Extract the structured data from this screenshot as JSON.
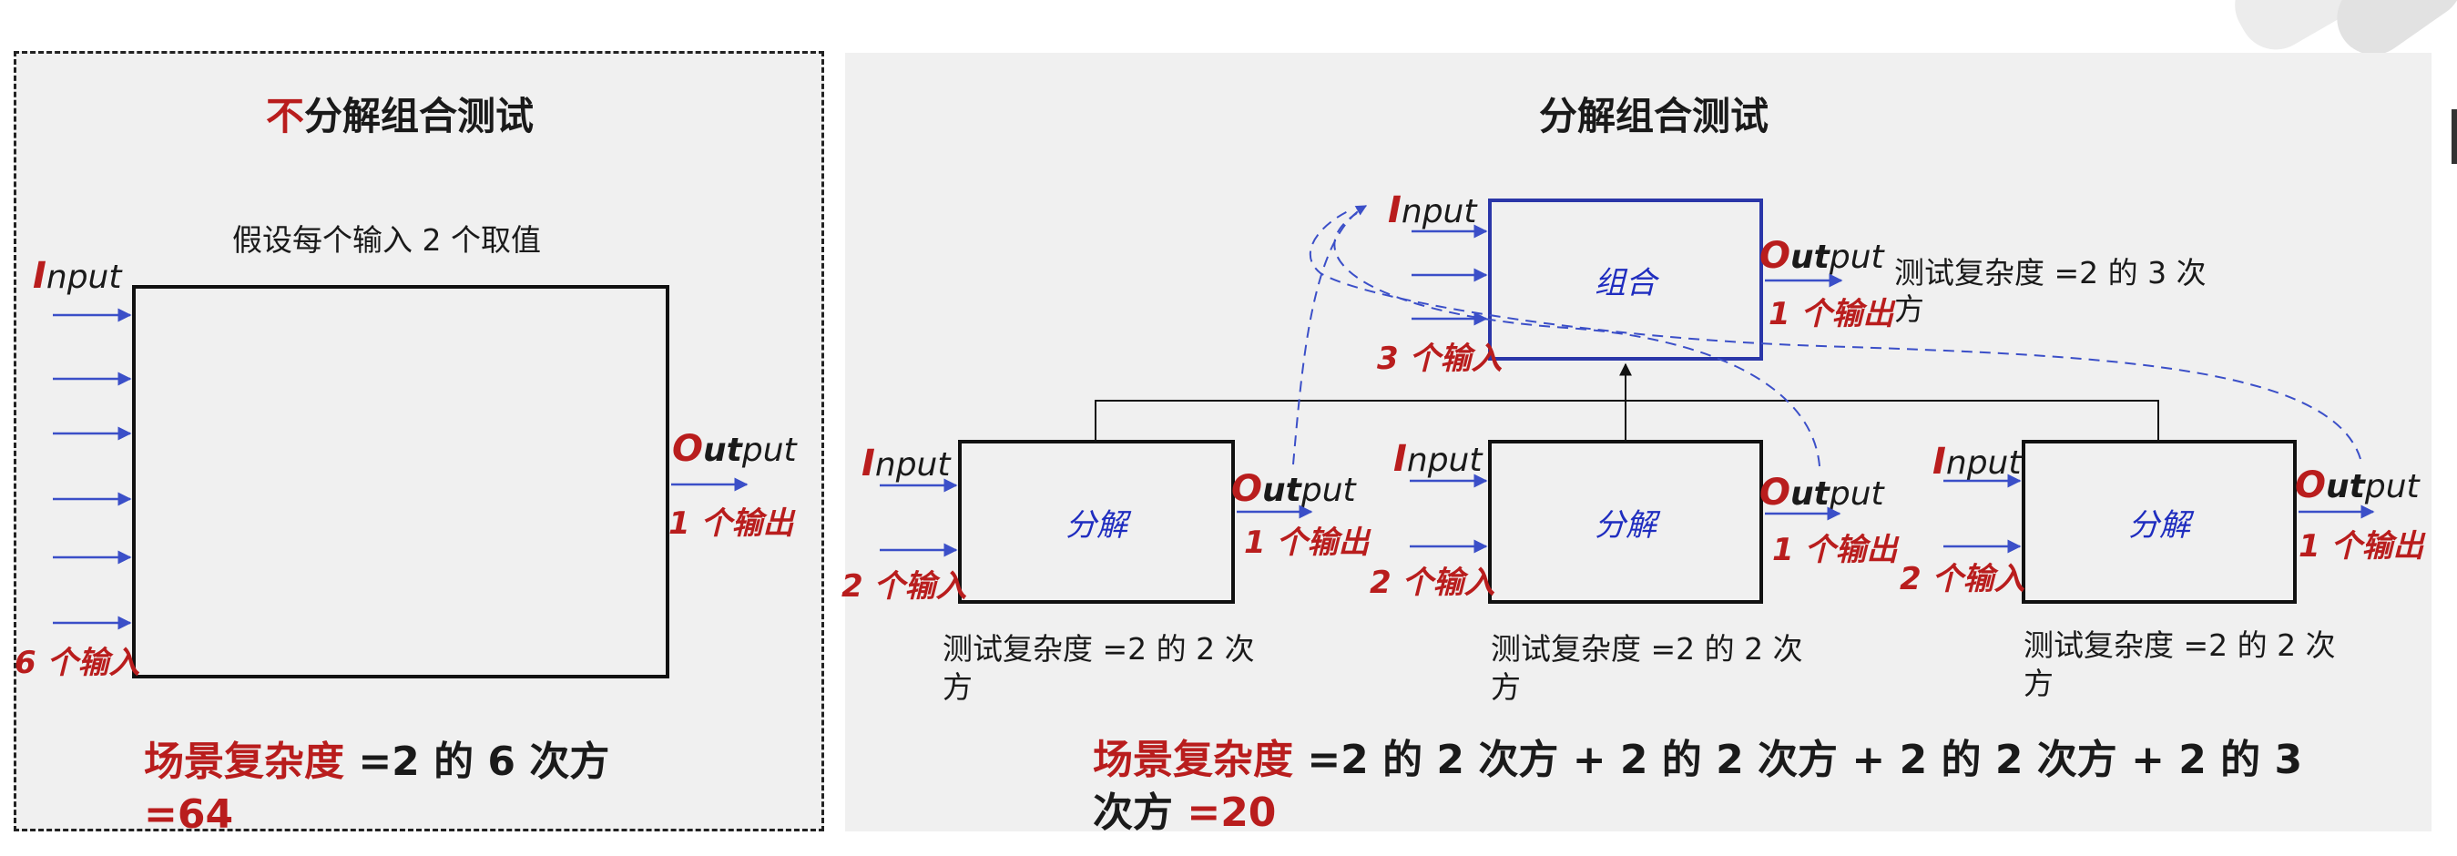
{
  "left": {
    "title_prefix": "不",
    "title_rest": "分解组合测试",
    "assumption": "假设每个输入 2 个取值",
    "input_first": "I",
    "input_rest": "nput",
    "output_first": "O",
    "output_bold": "ut",
    "output_rest": "put",
    "input_count": "6 个输入",
    "output_count": "1 个输出",
    "formula_label": "场景复杂度",
    "formula_expr": " =2 的 6 次方",
    "formula_result": "=64"
  },
  "right": {
    "title": "分解组合测试",
    "combine": {
      "label": "组合",
      "input_first": "I",
      "input_rest": "nput",
      "output_first": "O",
      "output_bold": "ut",
      "output_rest": "put",
      "input_count": "3 个输入",
      "output_count": "1 个输出",
      "complexity_line1": "测试复杂度 =2 的 3 次",
      "complexity_line2": "方"
    },
    "modules": [
      {
        "label": "分解",
        "input_first": "I",
        "input_rest": "nput",
        "output_first": "O",
        "output_bold": "ut",
        "output_rest": "put",
        "input_count": "2 个输入",
        "output_count": "1 个输出",
        "complexity_line1": "测试复杂度 =2 的 2 次",
        "complexity_line2": "方"
      },
      {
        "label": "分解",
        "input_first": "I",
        "input_rest": "nput",
        "output_first": "O",
        "output_bold": "ut",
        "output_rest": "put",
        "input_count": "2 个输入",
        "output_count": "1 个输出",
        "complexity_line1": "测试复杂度 =2 的 2 次",
        "complexity_line2": "方"
      },
      {
        "label": "分解",
        "input_first": "I",
        "input_rest": "nput",
        "output_first": "O",
        "output_bold": "ut",
        "output_rest": "put",
        "input_count": "2 个输入",
        "output_count": "1 个输出",
        "complexity_line1": "测试复杂度 =2 的 2 次",
        "complexity_line2": "方"
      }
    ],
    "formula_label": "场景复杂度",
    "formula_expr": " =2 的 2 次方 + 2 的 2 次方 + 2 的 2 次方 + 2 的 3",
    "formula_line2": "次方 ",
    "formula_result": "=20"
  },
  "colors": {
    "accent_red": "#b91d1d",
    "arrow_blue": "#3b4fc8",
    "box_blue": "#2a36a8"
  }
}
